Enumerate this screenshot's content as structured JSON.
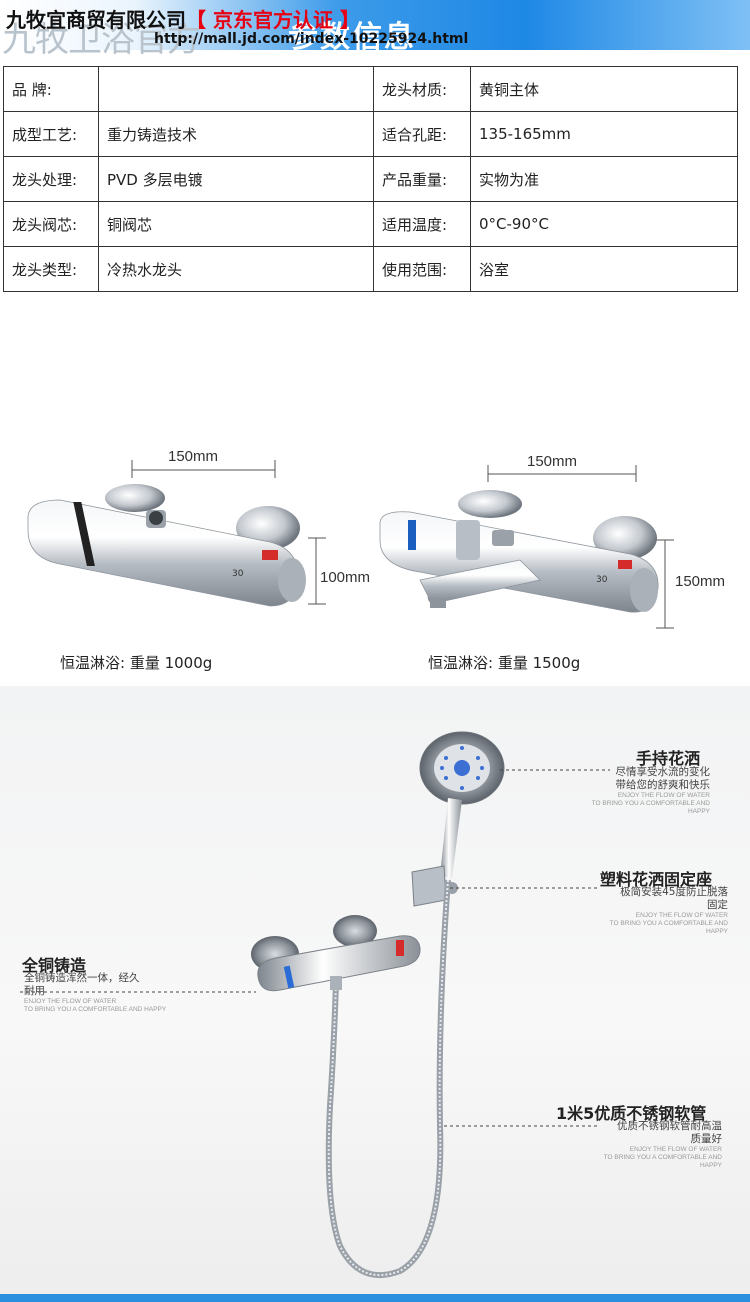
{
  "header": {
    "ghost_text": "九牧卫浴官方",
    "section_title": "参数信息",
    "shop_name": "九牧宜商贸有限公司",
    "certification": "【 京东官方认证 】",
    "url": "http://mall.jd.com/index-10225924.html"
  },
  "spec_table": {
    "rows": [
      {
        "k1": "品      牌:",
        "v1": "",
        "k2": "龙头材质:",
        "v2": "黄铜主体"
      },
      {
        "k1": "成型工艺:",
        "v1": "重力铸造技术",
        "k2": "适合孔距:",
        "v2": "135-165mm"
      },
      {
        "k1": "龙头处理:",
        "v1": "PVD 多层电镀",
        "k2": "产品重量:",
        "v2": "实物为准"
      },
      {
        "k1": "龙头阀芯:",
        "v1": "铜阀芯",
        "k2": "适用温度:",
        "v2": "0°C-90°C"
      },
      {
        "k1": "龙头类型:",
        "v1": "冷热水龙头",
        "k2": "使用范围:",
        "v2": "浴室"
      }
    ]
  },
  "products": [
    {
      "width_label": "150mm",
      "height_label": "100mm",
      "caption": "恒温淋浴:  重量 1000g",
      "dial_number": "30"
    },
    {
      "width_label": "150mm",
      "height_label": "150mm",
      "caption": "恒温淋浴:  重量 1500g",
      "dial_number": "30"
    }
  ],
  "callouts": {
    "shower_head": {
      "title": "手持花洒",
      "sub": [
        "尽情享受水流的变化",
        "带给您的舒爽和快乐"
      ],
      "en": [
        "ENJOY THE FLOW OF WATER",
        "TO BRING YOU A COMFORTABLE AND HAPPY"
      ]
    },
    "holder": {
      "title": "塑料花洒固定座",
      "sub": [
        "极简安装45度防止脱落",
        "固定"
      ],
      "en": [
        "ENJOY THE FLOW OF WATER",
        "TO BRING YOU A COMFORTABLE AND HAPPY"
      ]
    },
    "copper": {
      "title": "全铜铸造",
      "sub": [
        "全铜铸造浑然一体，经久",
        "耐用"
      ],
      "en": [
        "ENJOY THE FLOW OF WATER",
        "TO BRING YOU A COMFORTABLE AND HAPPY"
      ]
    },
    "hose": {
      "title": "1米5优质不锈钢软管",
      "sub": [
        "优质不锈钢软管耐高温",
        "质量好"
      ],
      "en": [
        "ENJOY THE FLOW OF WATER",
        "TO BRING YOU A COMFORTABLE AND HAPPY"
      ]
    }
  },
  "colors": {
    "accent_blue": "#1e88e5",
    "cert_red": "#e60012",
    "chrome": "#c9ced4"
  }
}
